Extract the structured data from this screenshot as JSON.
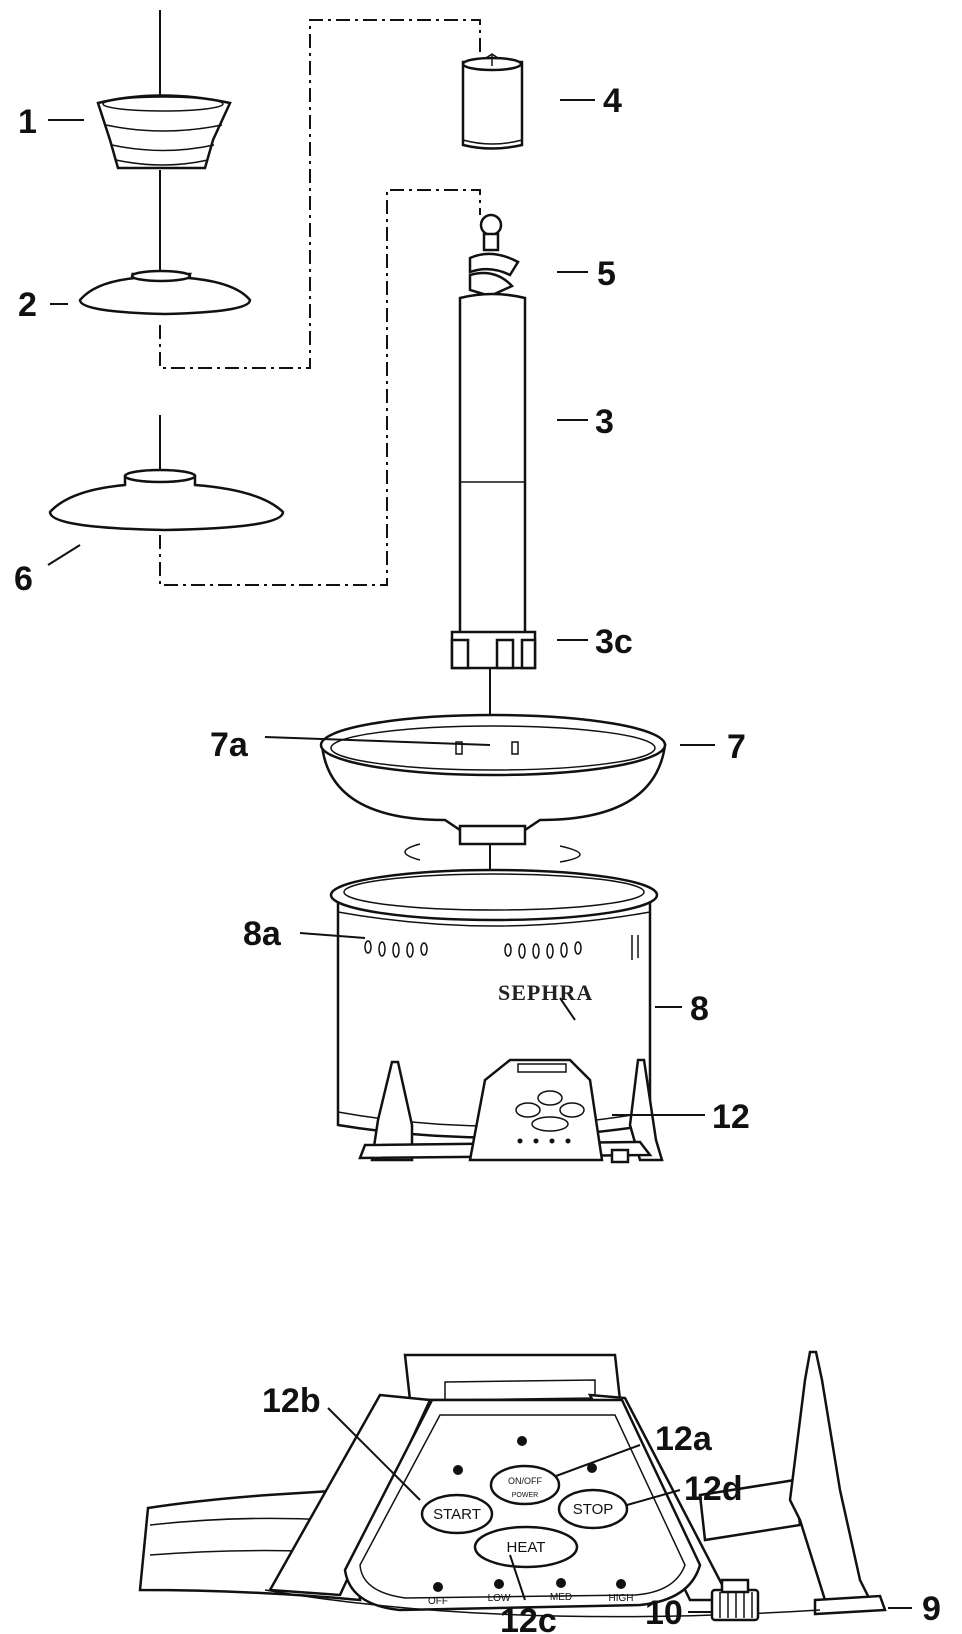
{
  "labels": {
    "l1": "1",
    "l2": "2",
    "l3": "3",
    "l3c": "3c",
    "l4": "4",
    "l5": "5",
    "l6": "6",
    "l7": "7",
    "l7a": "7a",
    "l8": "8",
    "l8a": "8a",
    "l9": "9",
    "l10": "10",
    "l12": "12",
    "l12a": "12a",
    "l12b": "12b",
    "l12c": "12c",
    "l12d": "12d"
  },
  "brand": "SEPHRA",
  "panel": {
    "on_off": "ON/OFF",
    "power": "POWER",
    "start": "START",
    "stop": "STOP",
    "heat": "HEAT",
    "off": "OFF",
    "low": "LOW",
    "med": "MED",
    "high": "HIGH"
  }
}
